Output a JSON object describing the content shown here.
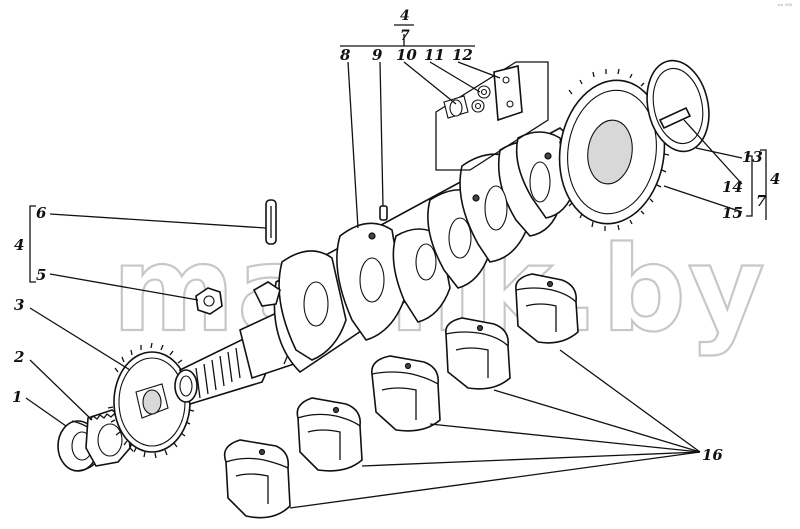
{
  "watermark": "mazlik.by",
  "corner_mark": "ᵖᵒ ⁰⁰⁰",
  "fraction": {
    "numerator": "4",
    "denominator": "7"
  },
  "callouts": [
    {
      "id": "c1",
      "text": "1"
    },
    {
      "id": "c2",
      "text": "2"
    },
    {
      "id": "c3",
      "text": "3"
    },
    {
      "id": "c4a",
      "text": "4"
    },
    {
      "id": "c5",
      "text": "5"
    },
    {
      "id": "c6",
      "text": "6"
    },
    {
      "id": "c8",
      "text": "8"
    },
    {
      "id": "c9",
      "text": "9"
    },
    {
      "id": "c10",
      "text": "10"
    },
    {
      "id": "c11",
      "text": "11"
    },
    {
      "id": "c12",
      "text": "12"
    },
    {
      "id": "c13",
      "text": "13"
    },
    {
      "id": "c14",
      "text": "14"
    },
    {
      "id": "c15",
      "text": "15"
    },
    {
      "id": "c4b",
      "text": "4"
    },
    {
      "id": "c7",
      "text": "7"
    },
    {
      "id": "c16",
      "text": "16"
    }
  ]
}
